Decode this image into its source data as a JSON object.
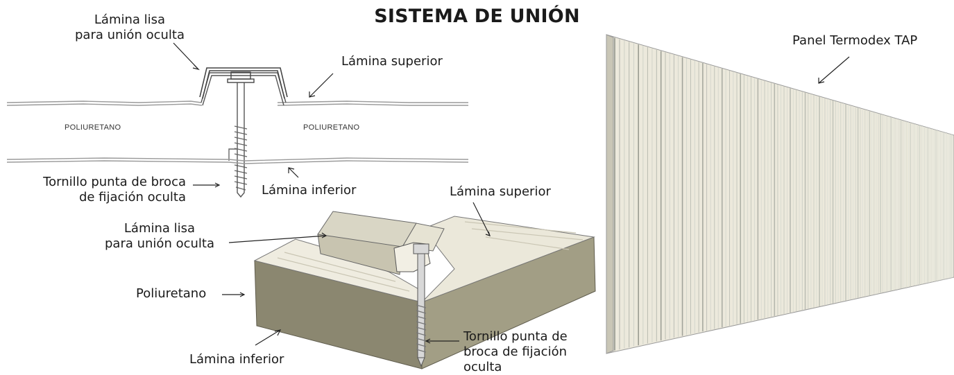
{
  "title": "SISTEMA DE UNIÓN",
  "section_view": {
    "label_sheet_line1": "Lámina lisa",
    "label_sheet_line2": "para unión oculta",
    "label_top": "Lámina superior",
    "core_left": "POLIURETANO",
    "core_right": "POLIURETANO",
    "label_screw_line1": "Tornillo punta de broca",
    "label_screw_line2": "de fijación oculta",
    "label_bottom": "Lámina inferior"
  },
  "iso_view": {
    "label_top": "Lámina superior",
    "label_sheet_line1": "Lámina lisa",
    "label_sheet_line2": "para unión oculta",
    "label_core": "Poliuretano",
    "label_bottom": "Lámina inferior",
    "label_screw_line1": "Tornillo punta de",
    "label_screw_line2": "broca de fijación",
    "label_screw_line3": "oculta"
  },
  "panel_view": {
    "label": "Panel Termodex TAP"
  },
  "colors": {
    "sheet": "#ece9d8",
    "foam": "#8b8770",
    "line": "#333333",
    "drawing_line": "#9a9a9a"
  }
}
